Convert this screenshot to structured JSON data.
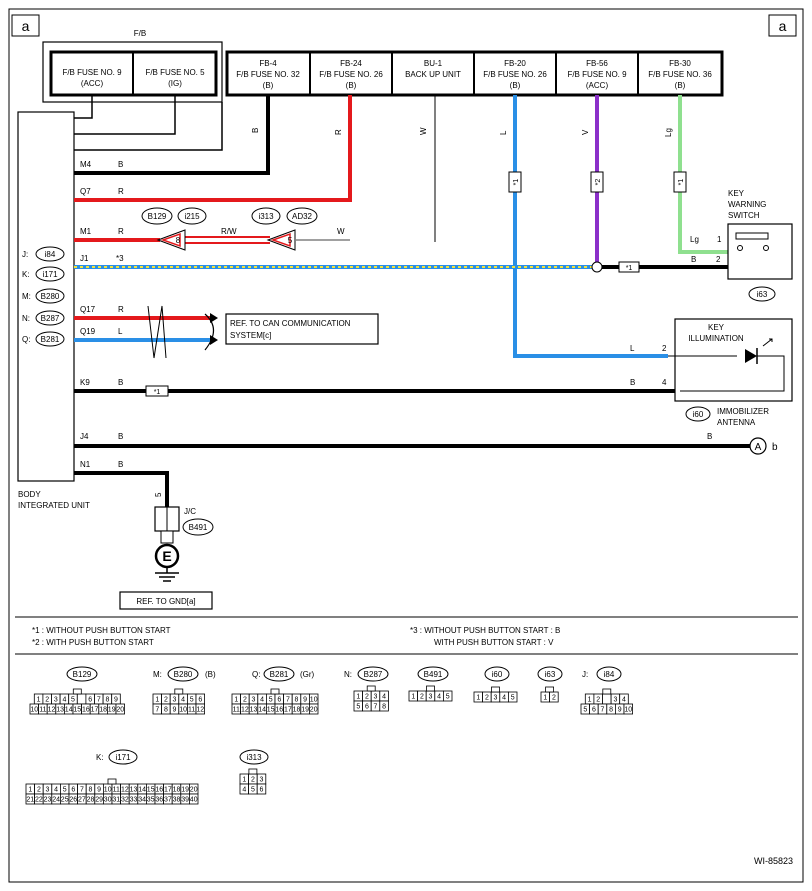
{
  "page": {
    "corner_left": "a",
    "corner_right": "a",
    "figure_id": "WI-85823"
  },
  "fb_box": {
    "title": "F/B",
    "fuse9": [
      "F/B FUSE NO. 9",
      "(ACC)"
    ],
    "fuse5": [
      "F/B FUSE NO. 5",
      "(IG)"
    ]
  },
  "top_fuses": [
    {
      "lines": [
        "FB-4",
        "F/B FUSE NO. 32",
        "(B)"
      ]
    },
    {
      "lines": [
        "FB-24",
        "F/B FUSE NO. 26",
        "(B)"
      ]
    },
    {
      "lines": [
        "BU-1",
        "BACK UP UNIT",
        ""
      ]
    },
    {
      "lines": [
        "FB-20",
        "F/B FUSE NO. 26",
        "(B)"
      ]
    },
    {
      "lines": [
        "FB-56",
        "F/B FUSE NO. 9",
        "(ACC)"
      ]
    },
    {
      "lines": [
        "FB-30",
        "F/B FUSE NO. 36",
        "(B)"
      ]
    }
  ],
  "vertical_wire_colors": {
    "fb4": "B",
    "fb24": "R",
    "bu1": "W",
    "fb20": "L",
    "fb56": "V",
    "fb30": "Lg"
  },
  "footnote_tags": {
    "fb20": "*1",
    "fb56": "*2",
    "fb30": "*1",
    "j1": "*1",
    "k9": "*1"
  },
  "body_unit": {
    "label": [
      "BODY",
      "INTEGRATED UNIT"
    ],
    "connectors": [
      {
        "prefix": "J:",
        "id": "i84"
      },
      {
        "prefix": "K:",
        "id": "i171"
      },
      {
        "prefix": "M:",
        "id": "B280"
      },
      {
        "prefix": "N:",
        "id": "B287"
      },
      {
        "prefix": "Q:",
        "id": "B281"
      }
    ]
  },
  "wires": {
    "m4": {
      "pin": "M4",
      "color": "B"
    },
    "q7": {
      "pin": "Q7",
      "color": "R"
    },
    "m1": {
      "pin": "M1",
      "color": "R",
      "mid_color": "R/W",
      "right_color": "W",
      "conn1": "B129",
      "conn2": "i215",
      "conn3": "i313",
      "conn4": "AD32",
      "pin1": "8",
      "pin2": "5"
    },
    "j1": {
      "pin": "J1",
      "note": "*3",
      "color": "B",
      "kw_pin": "2"
    },
    "q17": {
      "pin": "Q17",
      "color": "R"
    },
    "q19": {
      "pin": "Q19",
      "color": "L"
    },
    "k9": {
      "pin": "K9",
      "color": "B",
      "end_color": "B",
      "end_pin": "4"
    },
    "j4": {
      "pin": "J4",
      "color": "B",
      "end_color": "B",
      "end_symbol": "A",
      "end_suffix": "b"
    },
    "n1": {
      "pin": "N1",
      "color": "B",
      "vertical_color": "B",
      "num": "5"
    }
  },
  "can_ref": [
    "REF. TO CAN COMMUNICATION",
    "SYSTEM[c]"
  ],
  "key_warning": {
    "label": [
      "KEY",
      "WARNING",
      "SWITCH"
    ],
    "connector": "i63",
    "lg_label": "Lg",
    "pin1": "1"
  },
  "immobilizer": {
    "key_illum": [
      "KEY",
      "ILLUMINATION"
    ],
    "l_label": "L",
    "pin2": "2",
    "connector": "i60",
    "label": [
      "IMMOBILIZER",
      "ANTENNA"
    ]
  },
  "ground": {
    "jc_label": "J/C",
    "connector": "B491",
    "symbol": "E",
    "ref": "REF. TO GND[a]"
  },
  "notes": {
    "n1": "*1  : WITHOUT PUSH BUTTON START",
    "n2": "*2  : WITH PUSH BUTTON START",
    "n3a": "*3  : WITHOUT PUSH BUTTON START  : B",
    "n3b": "WITH PUSH BUTTON START  : V"
  },
  "connector_views": {
    "b129": {
      "id": "B129",
      "row1": [
        "1",
        "2",
        "3",
        "4",
        "5",
        "",
        "6",
        "7",
        "8",
        "9"
      ],
      "row2": [
        "10",
        "11",
        "12",
        "13",
        "14",
        "15",
        "16",
        "17",
        "18",
        "19",
        "20"
      ]
    },
    "b280": {
      "prefix": "M:",
      "id": "B280",
      "suffix": "(B)",
      "row1": [
        "1",
        "2",
        "3",
        "4",
        "5",
        "6"
      ],
      "row2": [
        "7",
        "8",
        "9",
        "10",
        "11",
        "12"
      ]
    },
    "b281": {
      "prefix": "Q:",
      "id": "B281",
      "suffix": "(Gr)",
      "row1": [
        "1",
        "2",
        "3",
        "4",
        "5",
        "6",
        "7",
        "8",
        "9",
        "10"
      ],
      "row2": [
        "11",
        "12",
        "13",
        "14",
        "15",
        "16",
        "17",
        "18",
        "19",
        "20"
      ]
    },
    "b287": {
      "prefix": "N:",
      "id": "B287",
      "row1": [
        "1",
        "2",
        "3",
        "4"
      ],
      "row2": [
        "5",
        "6",
        "7",
        "8"
      ]
    },
    "b491": {
      "id": "B491",
      "row1": [
        "1",
        "2",
        "3",
        "4",
        "5"
      ]
    },
    "i60": {
      "id": "i60",
      "row1": [
        "1",
        "2",
        "3",
        "4",
        "5"
      ]
    },
    "i63": {
      "id": "i63",
      "row1": [
        "1",
        "2"
      ]
    },
    "i84": {
      "prefix": "J:",
      "id": "i84",
      "row1": [
        "1",
        "2",
        "",
        "3",
        "4"
      ],
      "row2": [
        "5",
        "6",
        "7",
        "8",
        "9",
        "10"
      ]
    },
    "i171": {
      "prefix": "K:",
      "id": "i171",
      "row1": [
        "1",
        "2",
        "3",
        "4",
        "5",
        "6",
        "7",
        "8",
        "9",
        "10",
        "11",
        "12",
        "13",
        "14",
        "15",
        "16",
        "17",
        "18",
        "19",
        "20"
      ],
      "row2": [
        "21",
        "22",
        "23",
        "24",
        "25",
        "26",
        "27",
        "28",
        "29",
        "30",
        "31",
        "32",
        "33",
        "34",
        "35",
        "36",
        "37",
        "38",
        "39",
        "40"
      ]
    },
    "i313": {
      "id": "i313",
      "row1": [
        "1",
        "2",
        "3"
      ],
      "row2": [
        "4",
        "5",
        "6"
      ]
    }
  },
  "colors": {
    "black": "#000000",
    "red": "#e4191c",
    "blue": "#2a8fe6",
    "violet": "#8b2fc9",
    "lightgreen": "#8fe08f",
    "yellow": "#f2e33a"
  }
}
